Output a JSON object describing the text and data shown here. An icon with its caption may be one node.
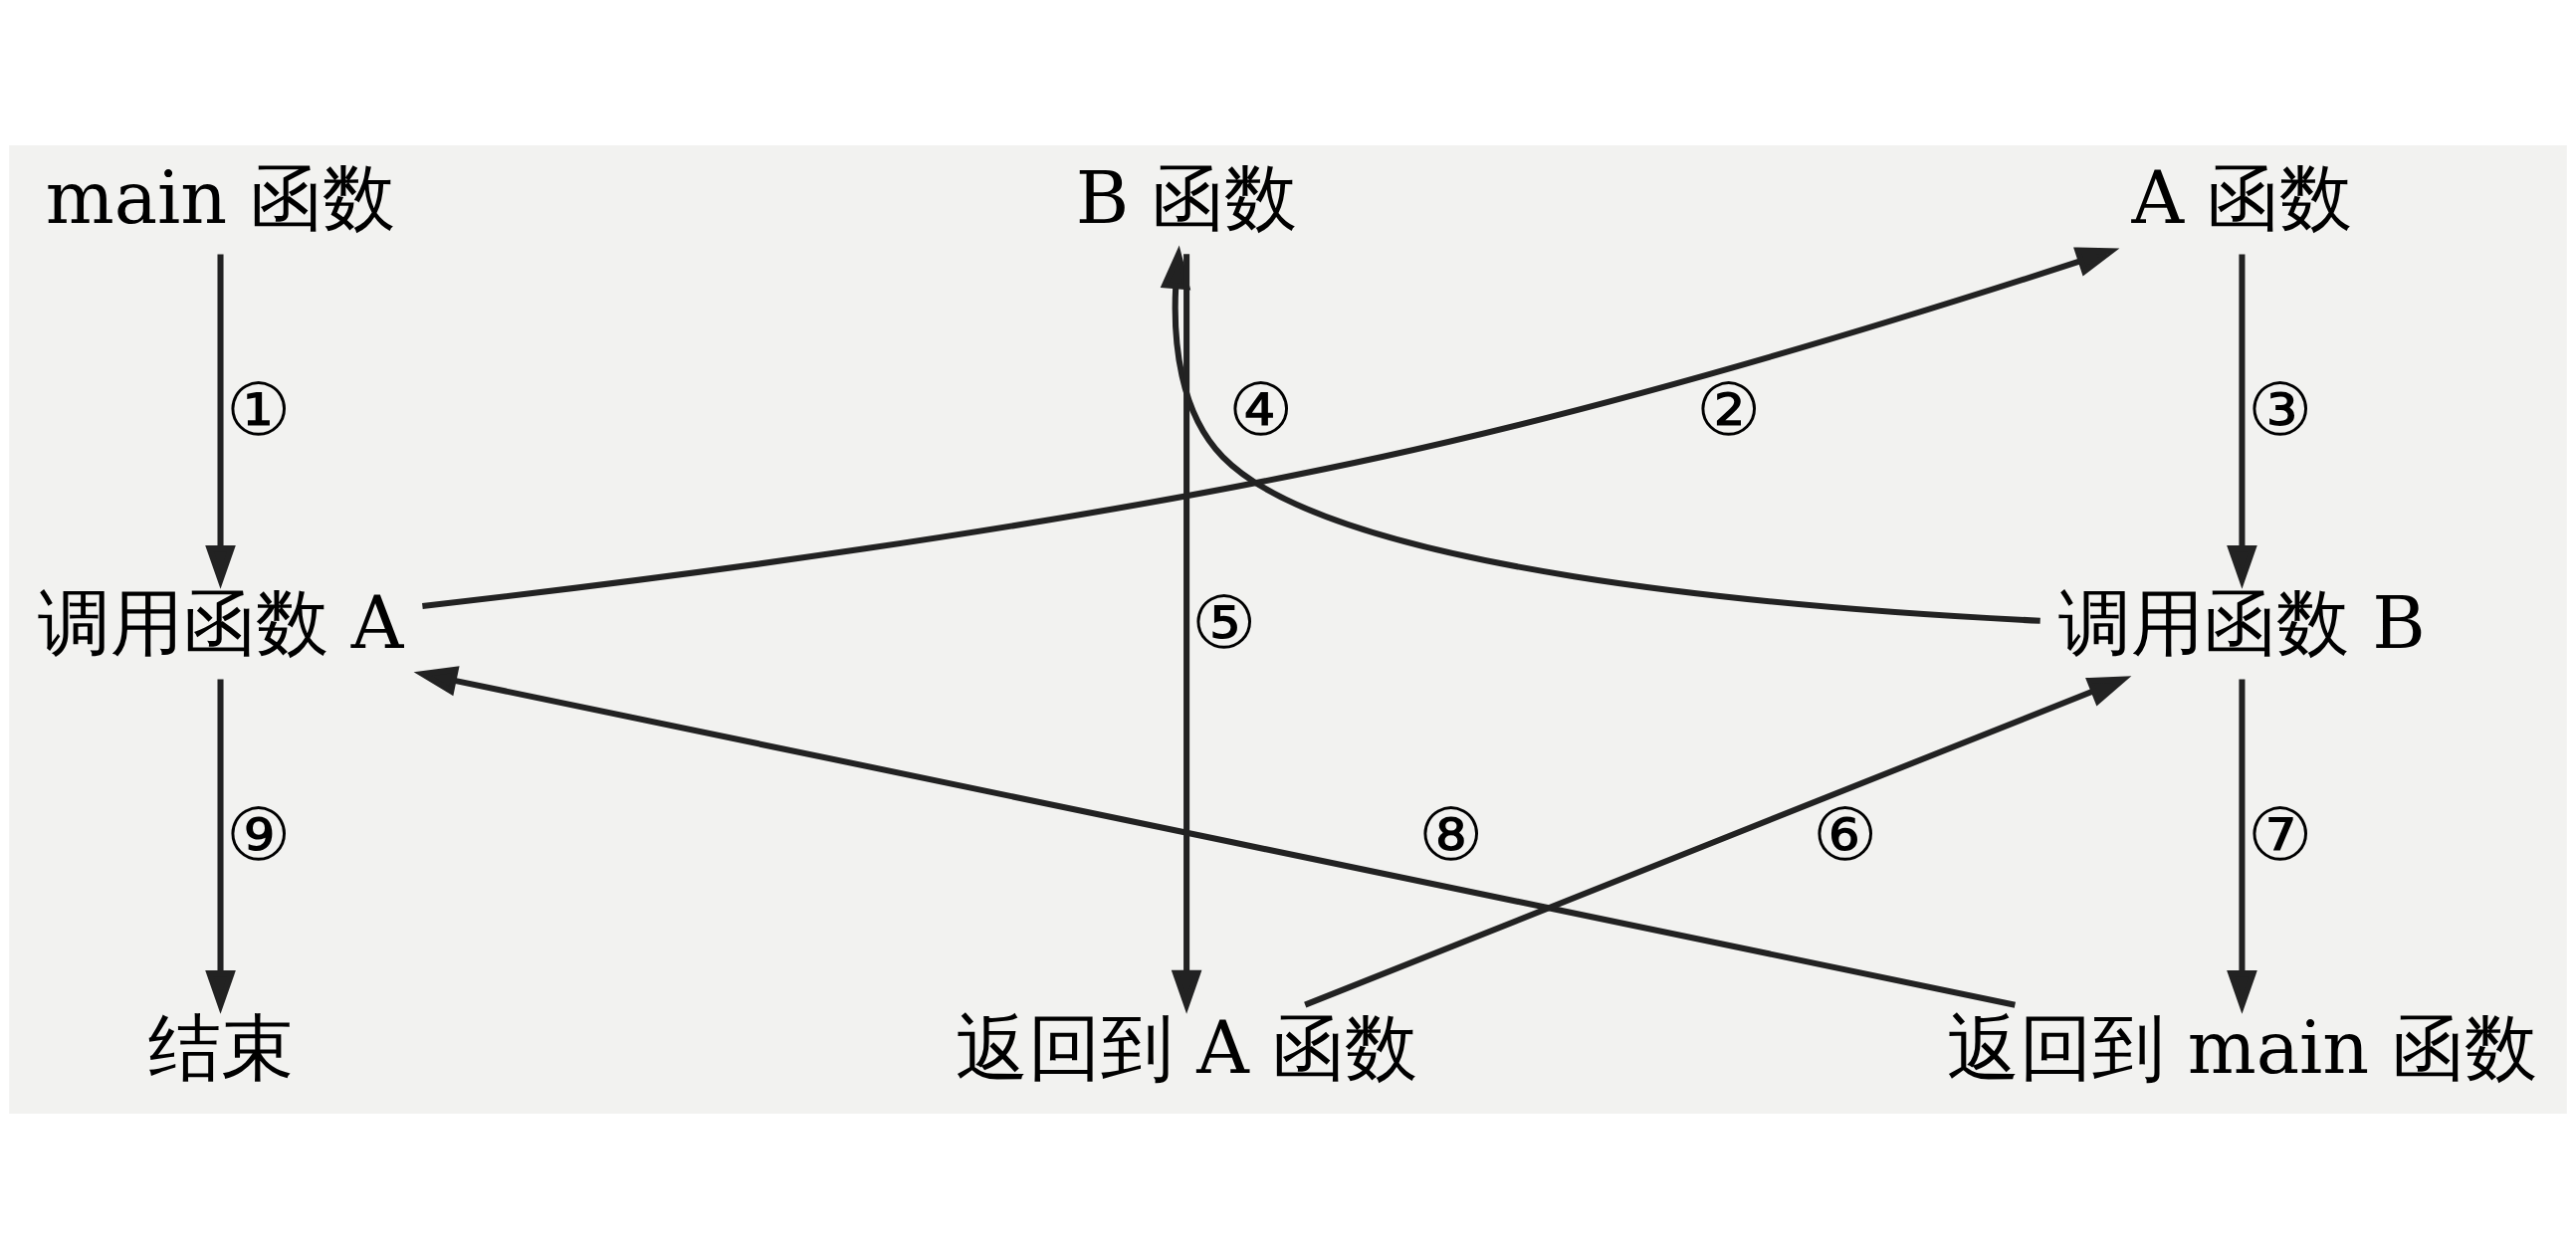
{
  "diagram": {
    "nodes": [
      {
        "text": [
          "main 函数"
        ]
      },
      {
        "text": [
          "调用函数 A"
        ]
      },
      {
        "text": [
          "结束"
        ]
      },
      {
        "text": [
          "A 函数"
        ]
      },
      {
        "text": [
          "调用函数 B"
        ]
      },
      {
        "text": [
          "返回到 main 函数"
        ]
      },
      {
        "text": [
          "B 函数"
        ]
      },
      {
        "text": [
          "返回到 A 函数"
        ]
      }
    ],
    "edges": [
      {
        "from": 0,
        "to": 1,
        "arrow": "to",
        "label": "①"
      },
      {
        "from": 1,
        "to": 3,
        "arrow": "to",
        "label": "②"
      },
      {
        "from": 3,
        "to": 4,
        "arrow": "to",
        "label": "③"
      },
      {
        "from": 4,
        "to": 6,
        "arrow": "to",
        "label": "④"
      },
      {
        "from": 6,
        "to": 7,
        "arrow": "to",
        "label": "⑤"
      },
      {
        "from": 7,
        "to": 4,
        "arrow": "to",
        "label": "⑥"
      },
      {
        "from": 4,
        "to": 5,
        "arrow": "to",
        "label": "⑦"
      },
      {
        "from": 5,
        "to": 1,
        "arrow": "to",
        "label": "⑧"
      },
      {
        "from": 1,
        "to": 2,
        "arrow": "to",
        "label": "⑨"
      }
    ]
  }
}
